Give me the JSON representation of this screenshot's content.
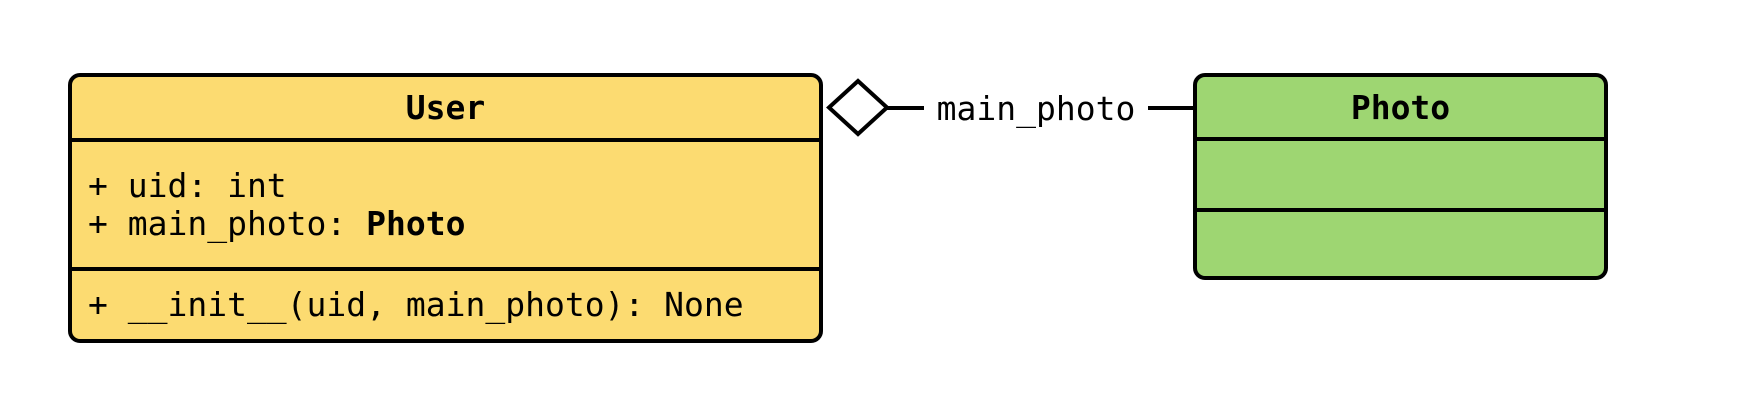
{
  "diagram_type": "uml-class-diagram",
  "colors": {
    "background": "#FFFFFF",
    "outline": "#000000",
    "user_fill": "#FCDB71",
    "photo_fill": "#9ED672"
  },
  "user_class": {
    "title": "User",
    "attributes": {
      "uid": "+ uid: int",
      "main_photo_prefix": "+ main_photo: ",
      "main_photo_type": "Photo"
    },
    "methods": {
      "init": "+ __init__(uid, main_photo): None"
    }
  },
  "photo_class": {
    "title": "Photo",
    "attributes": [],
    "methods": []
  },
  "relation": {
    "label": "main_photo",
    "from": "User",
    "to": "Photo",
    "marker": "open-diamond-aggregation"
  }
}
